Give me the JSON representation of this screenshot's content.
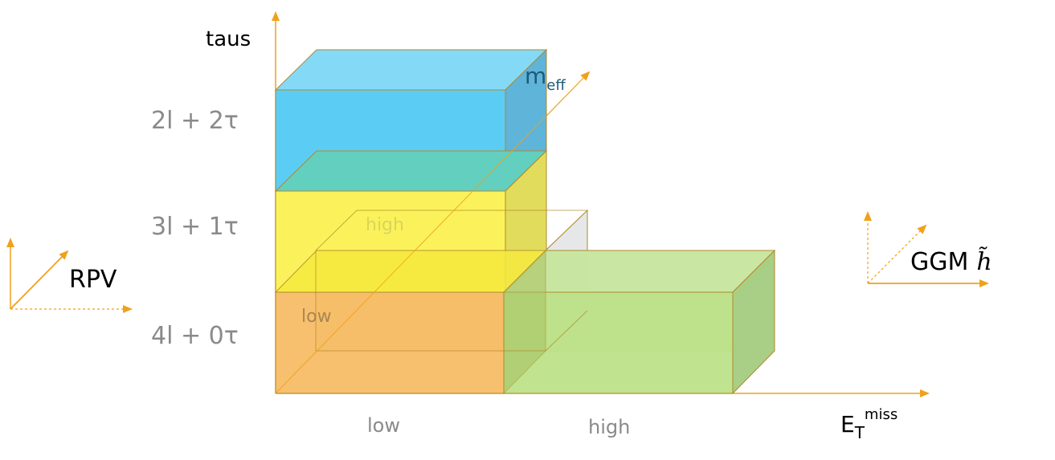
{
  "axes": {
    "vertical_label": "taus",
    "depth_label": "m",
    "depth_subscript": "eff",
    "horizontal_label": "E",
    "horizontal_subscript": "T",
    "horizontal_superscript": "miss"
  },
  "rows": [
    {
      "id": "row-2l2tau",
      "label": "2l + 2τ"
    },
    {
      "id": "row-3l1tau",
      "label": "3l + 1τ"
    },
    {
      "id": "row-4l0tau",
      "label": "4l + 0τ"
    }
  ],
  "columns": {
    "low": "low",
    "high": "high"
  },
  "depth_ticks": {
    "low": "low",
    "high": "high"
  },
  "legends": {
    "rpv": "RPV",
    "ggm": "GGM",
    "ggm_symbol": "h̃"
  },
  "colors": {
    "axis": "#f0a11b",
    "blue_box": "#5bcdf5",
    "yellow_box": "#fbf04a",
    "orange_box": "#f7bb63",
    "green_box": "#bde28a",
    "edge": "#b08a2a",
    "gray_text": "#8a8a8a"
  }
}
